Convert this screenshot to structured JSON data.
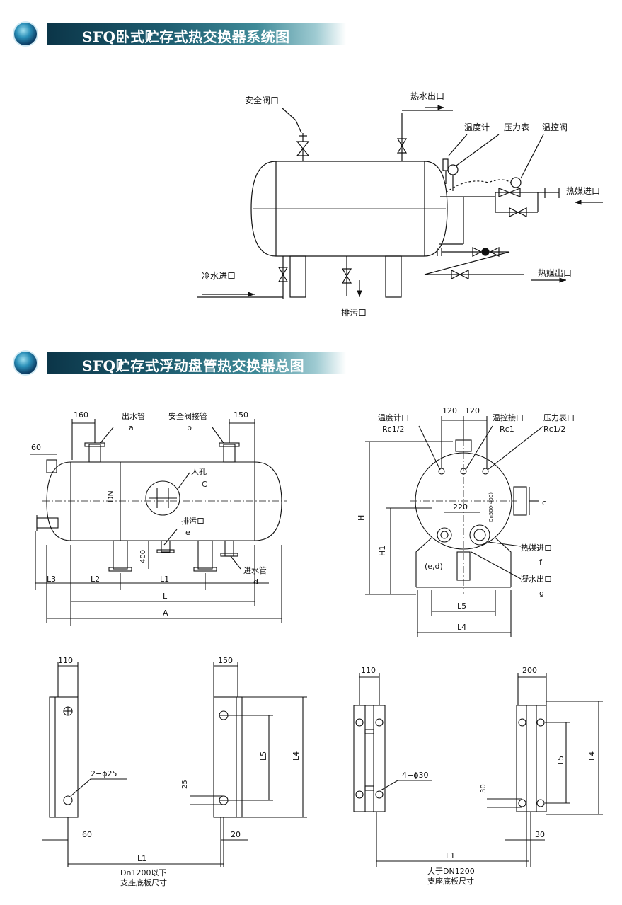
{
  "section1": {
    "title": "SFQ卧式贮存式热交换器系统图",
    "labels": {
      "safety_valve": "安全阀口",
      "hot_water_out": "热水出口",
      "thermometer": "温度计",
      "pressure_gauge": "压力表",
      "temp_control_valve": "温控阀",
      "heat_medium_in": "热媒进口",
      "heat_medium_out": "热媒出口",
      "cold_water_in": "冷水进口",
      "drain": "排污口"
    }
  },
  "section2": {
    "title": "SFQ贮存式浮动盘管热交换器总图",
    "front": {
      "dim_160": "160",
      "dim_150": "150",
      "dim_60": "60",
      "outlet_pipe": "出水管",
      "outlet_letter": "a",
      "safety_pipe": "安全阀接管",
      "safety_letter": "b",
      "manhole": "人孔",
      "manhole_letter": "C",
      "dn": "DN",
      "drain": "排污口",
      "drain_letter": "e",
      "dim_400": "400",
      "inlet_pipe": "进水管",
      "inlet_letter": "d",
      "L3": "L3",
      "L2": "L2",
      "L1": "L1",
      "L": "L",
      "A": "A"
    },
    "side": {
      "dim_120a": "120",
      "dim_120b": "120",
      "thermo_port": "温度计口",
      "thermo_spec": "Rc1/2",
      "tc_port": "温控接口",
      "tc_spec": "Rc1",
      "pg_port": "压力表口",
      "pg_spec": "Rc1/2",
      "H": "H",
      "H1": "H1",
      "dim_220": "220",
      "dn_note": "Dn500(400)",
      "c": "c",
      "heat_in": "热媒进口",
      "f": "f",
      "ed": "(e,d)",
      "condensate_out": "凝水出口",
      "g": "g",
      "L5": "L5",
      "L4": "L4"
    },
    "base_small": {
      "dim_110": "110",
      "dim_150": "150",
      "holes": "2−ϕ25",
      "dim_25": "25",
      "L5": "L5",
      "L4": "L4",
      "dim_60": "60",
      "dim_20": "20",
      "L1": "L1",
      "caption_1": "Dn1200以下",
      "caption_2": "支座底板尺寸"
    },
    "base_large": {
      "dim_110": "110",
      "dim_200": "200",
      "holes": "4−ϕ30",
      "dim_30a": "30",
      "L5": "L5",
      "L4": "L4",
      "dim_30b": "30",
      "L1": "L1",
      "caption_1": "大于DN1200",
      "caption_2": "支座底板尺寸"
    }
  }
}
